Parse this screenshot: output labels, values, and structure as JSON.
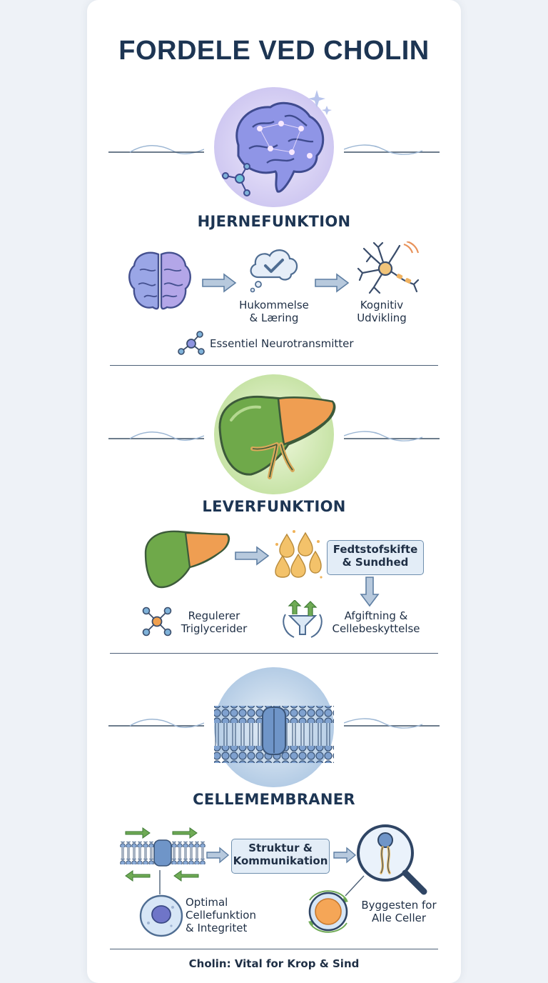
{
  "title": "FORDELE VED CHOLIN",
  "sections": {
    "brain": {
      "heading": "HJERNEFUNKTION",
      "memory": "Hukommelse\n& Læring",
      "cognitive": "Kognitiv\nUdvikling",
      "neurotransmitter": "Essentiel Neurotransmitter"
    },
    "liver": {
      "heading": "LEVERFUNKTION",
      "fat_box": "Fedtstofskifte\n& Sundhed",
      "triglycerides": "Regulerer\nTriglycerider",
      "detox": "Afgiftning &\nCellebeskyttelse"
    },
    "cell": {
      "heading": "CELLEMEMBRANER",
      "structure_box": "Struktur &\nKommunikation",
      "optimal": "Optimal\nCellefunktion\n& Integritet",
      "building": "Byggesten for\nAlle Celler"
    }
  },
  "footer": "Cholin: Vital for Krop & Sind",
  "colors": {
    "heading": "#1d3553",
    "arrow": "#7e9ab8",
    "green_arrow": "#6faa55",
    "brain_purple": "#9a94e0",
    "liver_green": "#6fa94a",
    "liver_orange": "#f0a04f",
    "membrane_blue": "#6f95c8"
  },
  "icons": [
    "brain-icon",
    "thought-cloud-check-icon",
    "neuron-icon",
    "molecule-icon",
    "liver-icon",
    "fat-droplets-icon",
    "funnel-icon",
    "cell-icon",
    "magnifier-icon",
    "membrane-icon"
  ]
}
